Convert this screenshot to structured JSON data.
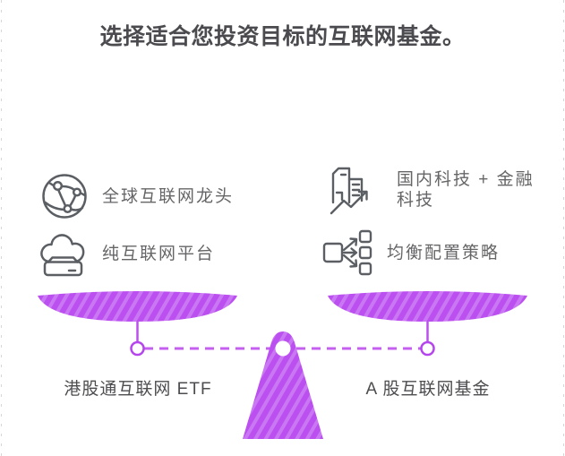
{
  "title": "选择适合您投资目标的互联网基金。",
  "features": {
    "left": [
      {
        "icon": "globe-network-icon",
        "label": "全球互联网龙头"
      },
      {
        "icon": "cloud-server-icon",
        "label": "纯互联网平台"
      }
    ],
    "right": [
      {
        "icon": "buildings-growth-icon",
        "label": "国内科技 + 金融科技"
      },
      {
        "icon": "allocation-arrows-icon",
        "label": "均衡配置策略"
      }
    ]
  },
  "scale": {
    "left_label": "港股通互联网 ETF",
    "right_label": "A 股互联网基金"
  },
  "colors": {
    "accent_purple": "#bb4ff0",
    "accent_purple_light": "#ca77f3",
    "beam_purple": "#c55ff0",
    "ring_purple": "#b545ec",
    "title_gray": "#4b4b4f",
    "text_gray": "#666668",
    "icon_gray": "#5b5f64"
  }
}
